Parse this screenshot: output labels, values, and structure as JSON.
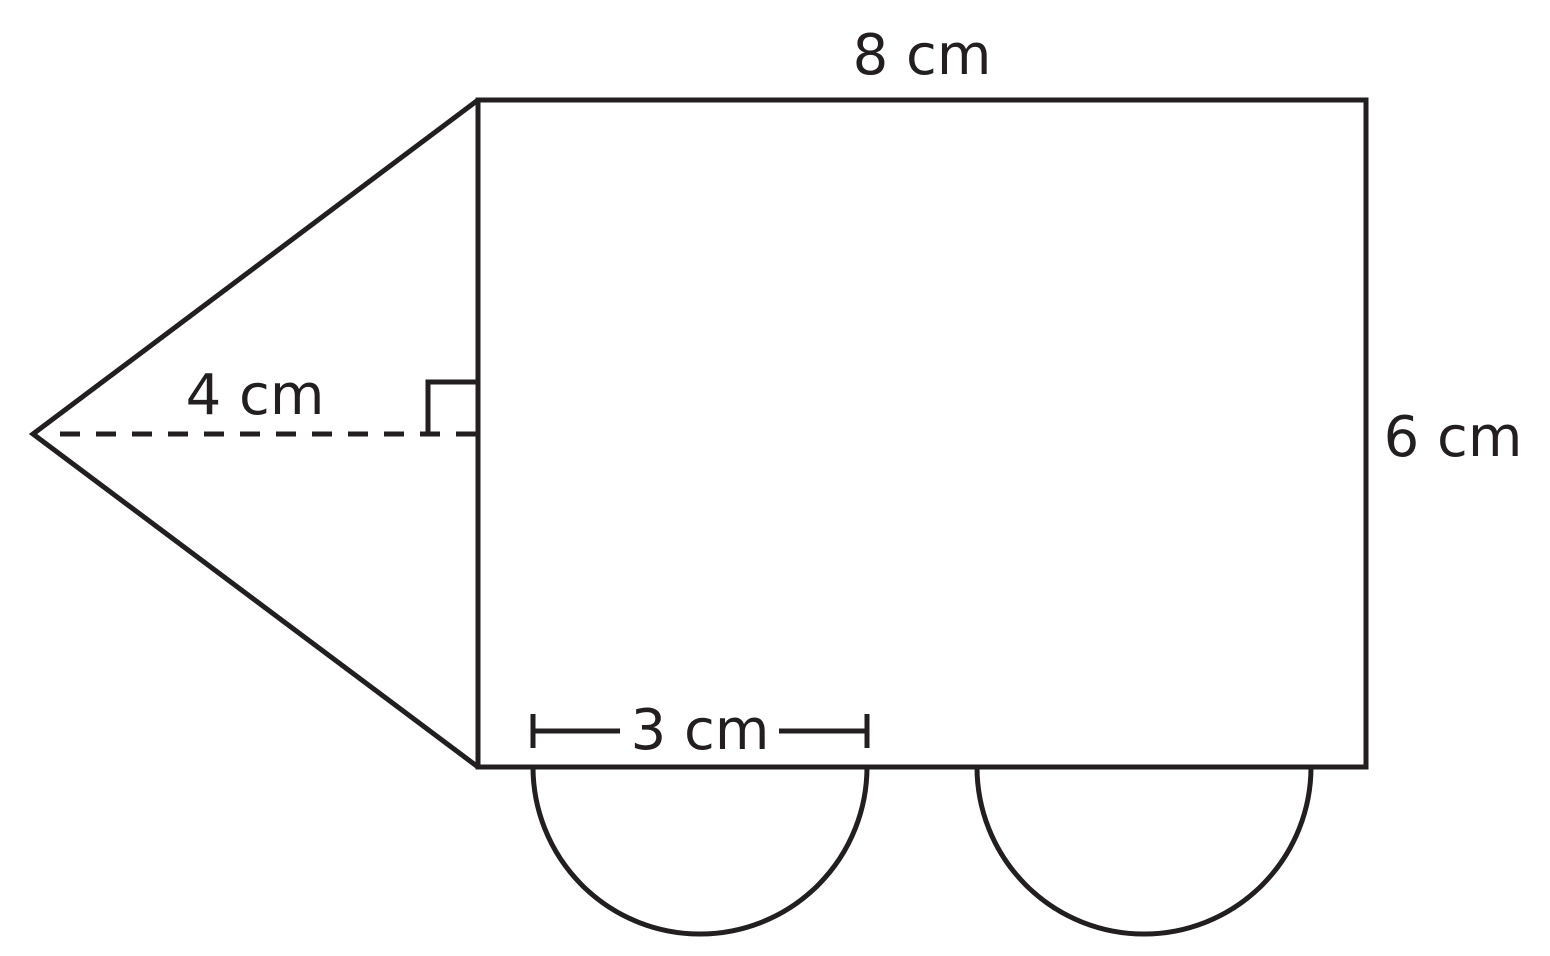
{
  "figure": {
    "description_labels": {
      "top_length": "8 cm",
      "right_height": "6 cm",
      "triangle_height": "4 cm",
      "semicircle_diameter": "3 cm"
    },
    "shapes": [
      "rectangle",
      "triangle",
      "semicircle",
      "semicircle"
    ]
  }
}
